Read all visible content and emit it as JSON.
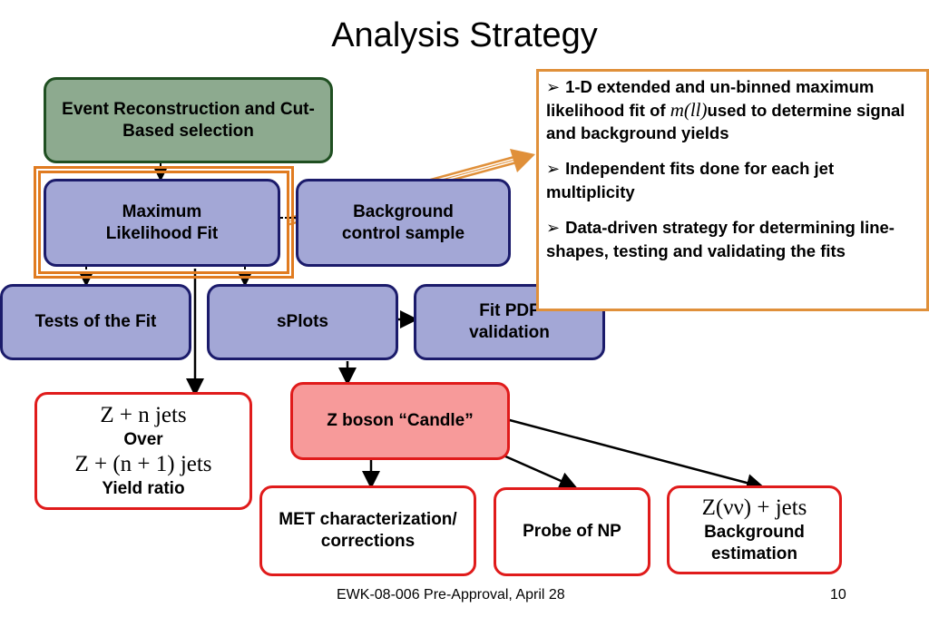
{
  "title": "Analysis Strategy",
  "boxes": {
    "event_reco": "Event Reconstruction and Cut-Based selection",
    "mlf": "Maximum Likelihood Fit",
    "bg_control": "Background control sample",
    "tests": "Tests of the Fit",
    "splots": "sPlots",
    "fit_pdf": "Fit PDF validation",
    "z_candle": "Z boson “Candle”",
    "met": "MET characterization/ corrections",
    "probe_np": "Probe of NP",
    "yield_math_1": "Z + n jets",
    "yield_over": "Over",
    "yield_math_2": "Z + (n + 1) jets",
    "yield_ratio": "Yield ratio",
    "bg_math": "Z(νν) + jets",
    "bg_est": "Background estimation"
  },
  "callout": {
    "item1_pre": "1-D extended and un-binned maximum likelihood fit of",
    "item1_math": "m(ll)",
    "item1_post": "used to determine signal and background yields",
    "item2": "Independent fits done for each jet multiplicity",
    "item3": "Data-driven strategy for determining line-shapes, testing and validating the fits",
    "bullet": "➢"
  },
  "footer": {
    "center": "EWK-08-006 Pre-Approval, April 28",
    "page": "10"
  },
  "colors": {
    "green_fill": "#8daa8f",
    "blue_fill": "#a3a7d6",
    "red_border": "#e01b1b",
    "candle_fill": "#f79a9a",
    "orange": "#e0903a"
  }
}
